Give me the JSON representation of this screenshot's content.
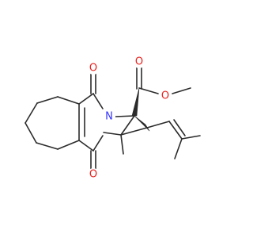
{
  "molecule": {
    "atoms": [
      {
        "id": "O1",
        "label": "O",
        "color": "#e8211d"
      },
      {
        "id": "O2",
        "label": "O",
        "color": "#e8211d"
      },
      {
        "id": "O3",
        "label": "O",
        "color": "#e8211d"
      },
      {
        "id": "O4",
        "label": "O",
        "color": "#e8211d"
      },
      {
        "id": "N1",
        "label": "N",
        "color": "#3333ff"
      }
    ],
    "bond_color": "#2b2b2b",
    "background": "#ffffff"
  }
}
